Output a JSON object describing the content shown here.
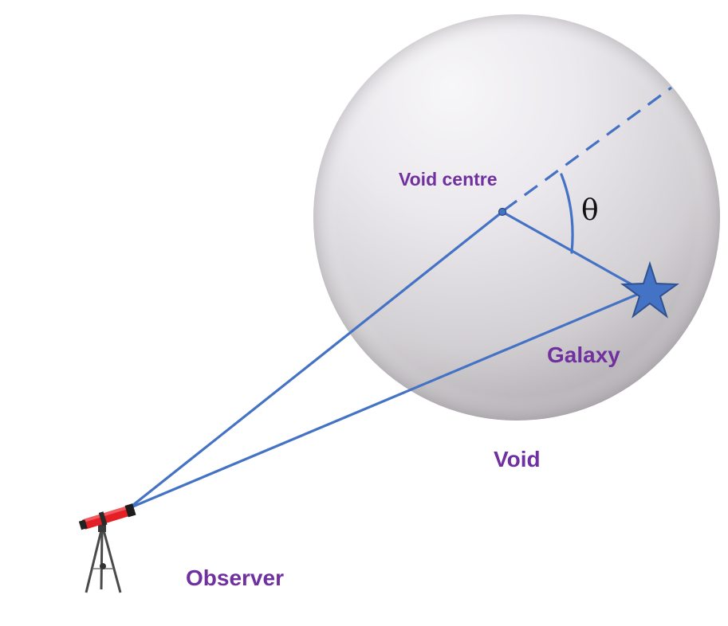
{
  "labels": {
    "void_centre": "Void centre",
    "theta": "θ",
    "galaxy": "Galaxy",
    "void": "Void",
    "observer": "Observer"
  },
  "colors": {
    "line": "#4472c4",
    "label": "#7030a0",
    "sphere_light": "#f3f2f4",
    "sphere_mid": "#dcd9de",
    "sphere_shadow": "#b2aeb2",
    "telescope_tube": "#e8202a",
    "telescope_dark": "#222222"
  },
  "icons": {
    "galaxy": "star-icon",
    "observer": "telescope-icon"
  }
}
